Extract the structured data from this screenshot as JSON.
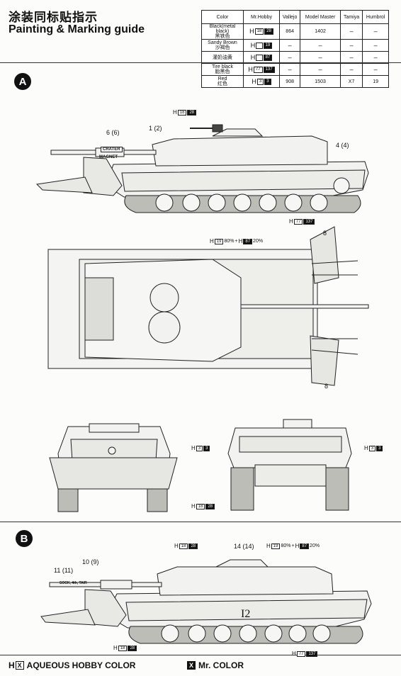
{
  "header": {
    "title_cn": "涂装同标贴指示",
    "title_en": "Painting & Marking guide"
  },
  "table": {
    "headers": [
      "Color",
      "Mr.Hobby",
      "Vallejo",
      "Model Master",
      "Tamiya",
      "Humbrol"
    ],
    "rows": [
      {
        "color": "Black(metal black)",
        "color_cn": "黑铁色",
        "h": "H",
        "aq": "18",
        "mr": "28",
        "vallejo": "864",
        "model_master": "1402",
        "tamiya": "–",
        "humbrol": "–"
      },
      {
        "color": "Sandy Brown",
        "color_cn": "沙褐色",
        "h": "H",
        "aq": "",
        "mr": "19",
        "vallejo": "–",
        "model_master": "–",
        "tamiya": "–",
        "humbrol": "–"
      },
      {
        "color": "",
        "color_cn": "灌奶油黄",
        "h": "H",
        "aq": "",
        "mr": "87",
        "vallejo": "–",
        "model_master": "–",
        "tamiya": "–",
        "humbrol": "–"
      },
      {
        "color": "Tire black",
        "color_cn": "胎黑色",
        "h": "H",
        "aq": "77",
        "mr": "137",
        "vallejo": "–",
        "model_master": "–",
        "tamiya": "–",
        "humbrol": "–"
      },
      {
        "color": "Red",
        "color_cn": "红色",
        "h": "H",
        "aq": "3",
        "mr": "3",
        "vallejo": "908",
        "model_master": "1503",
        "tamiya": "X7",
        "humbrol": "19"
      }
    ]
  },
  "sections": {
    "a_label": "A",
    "b_label": "B"
  },
  "callouts": {
    "c6": "6 (6)",
    "c1": "1 (2)",
    "c4": "4 (4)",
    "c8_top": "8",
    "c8_bot": "8",
    "c10": "10 (9)",
    "c11": "11 (11)",
    "c14": "14 (14)",
    "turret_number": "I2",
    "plow_text_1": "CRATER",
    "plow_text_2": "MAGNET",
    "gun_text": "SOCK, 4th, TAIR"
  },
  "codes": {
    "h": "H",
    "a_top_aq": "18",
    "a_top_mr": "28",
    "a_bot_aq": "77",
    "a_bot_mr": "137",
    "plan_a_aq": "19",
    "plan_a_pct": "80%",
    "plan_b_mr": "87",
    "plan_b_pct": "20%",
    "front_red_aq": "3",
    "front_red_mr": "3",
    "rear_red_aq": "3",
    "rear_red_mr": "3",
    "rear_bot_aq": "18",
    "rear_bot_mr": "28",
    "b_top_aq": "18",
    "b_top_mr": "28",
    "b_mix_a_aq": "19",
    "b_mix_a_pct": "80%",
    "b_mix_b_mr": "87",
    "b_mix_b_pct": "20%",
    "b_left_aq": "18",
    "b_left_mr": "28",
    "b_bot_aq": "77",
    "b_bot_mr": "137"
  },
  "legend": {
    "aqueous_label": "AQUEOUS HOBBY COLOR",
    "mr_label": "Mr. COLOR",
    "h": "H",
    "x": "X"
  }
}
